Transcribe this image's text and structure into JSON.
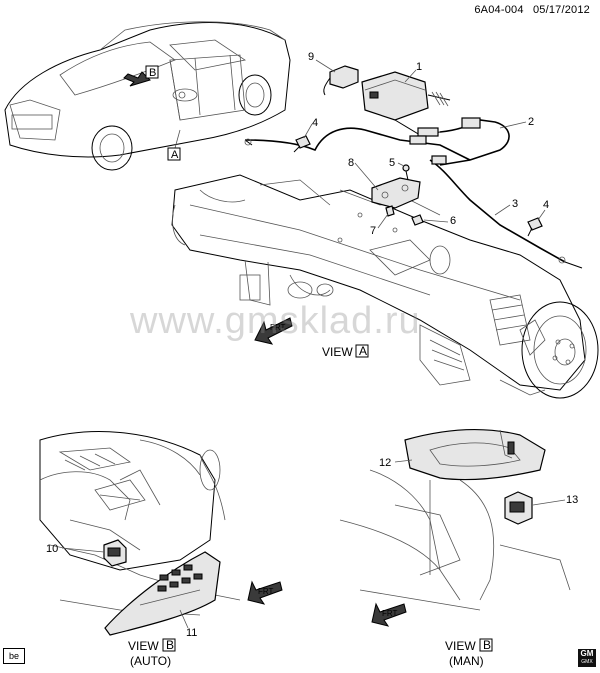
{
  "header": {
    "diagram_id": "6A04-004",
    "date": "05/17/2012"
  },
  "watermark": "www.gmsklad.ru",
  "view_a": {
    "label": "VIEW",
    "letter": "A",
    "car_letter": "A",
    "arrow_letter": "B",
    "frt": "FRT"
  },
  "view_b_auto": {
    "label": "VIEW",
    "letter": "B",
    "subtitle": "(AUTO)",
    "frt": "FRT"
  },
  "view_b_man": {
    "label": "VIEW",
    "letter": "B",
    "subtitle": "(MAN)",
    "frt": "FRT"
  },
  "callouts": [
    "1",
    "2",
    "3",
    "4",
    "4",
    "5",
    "6",
    "7",
    "8",
    "9",
    "10",
    "11",
    "12",
    "13"
  ],
  "badges": {
    "be": "be",
    "gm_logo": "GM",
    "gm_sub": "GMX"
  },
  "colors": {
    "line": "#000000",
    "fill": "#e6e6e6",
    "watermark": "#8c8c8c"
  }
}
